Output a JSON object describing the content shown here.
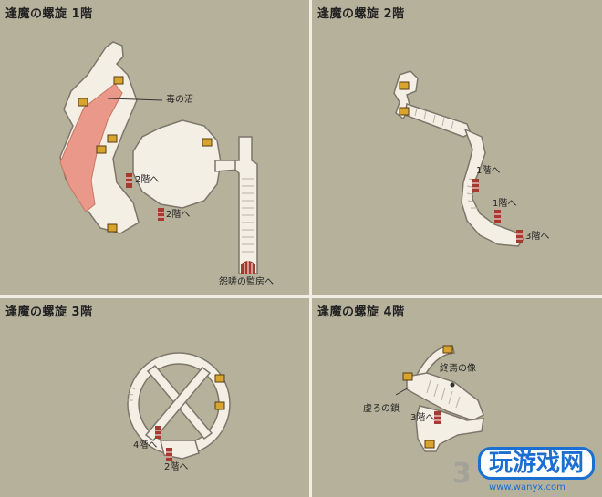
{
  "floors": [
    {
      "title": "逢魔の螺旋 1階",
      "labels": {
        "poison_swamp": "毒の沼",
        "to_2f_a": "2階へ",
        "to_2f_b": "2階へ",
        "to_prison": "怨嗟の監房へ"
      }
    },
    {
      "title": "逢魔の螺旋 2階",
      "labels": {
        "to_1f_a": "1階へ",
        "to_1f_b": "1階へ",
        "to_3f": "3階へ"
      }
    },
    {
      "title": "逢魔の螺旋 3階",
      "labels": {
        "to_4f": "4階へ",
        "to_2f": "2階へ"
      }
    },
    {
      "title": "逢魔の螺旋 4階",
      "labels": {
        "statue": "終焉の像",
        "chain": "虚ろの鎖",
        "to_3f": "3階へ"
      }
    }
  ],
  "watermark": {
    "logo": "玩游戏网",
    "url": "www.wanyx.com",
    "number": "3"
  },
  "colors": {
    "background": "#b6b19b",
    "floor": "#f3efe4",
    "outline": "#7d766a",
    "poison": "#e9988a",
    "stairs": "#a63a2e",
    "chest": "#d8a430"
  }
}
